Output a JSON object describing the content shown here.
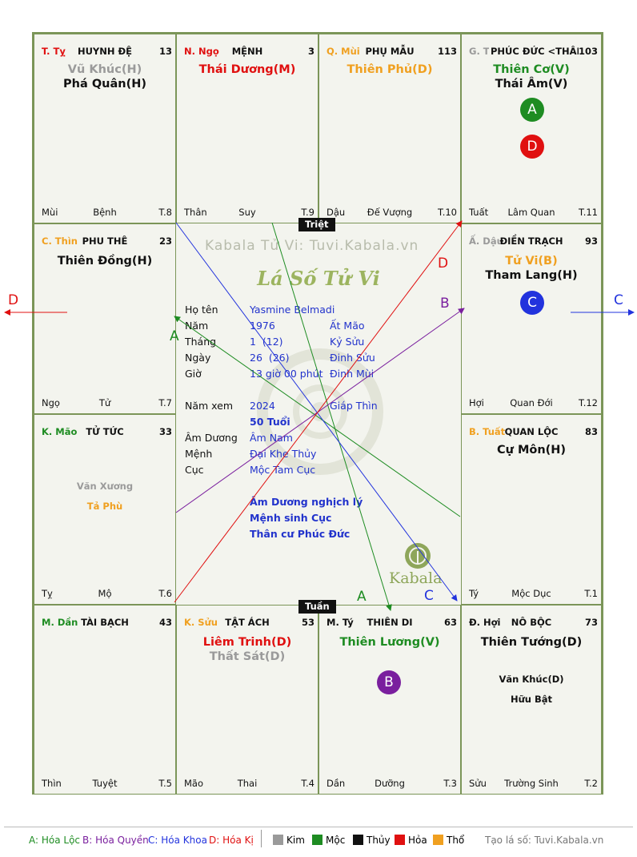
{
  "watermark": "Kabala Tử Vi: Tuvi.Kabala.vn",
  "center_title": "Lá Số Tử Vi",
  "brand_logo_text": "Kabala",
  "strip_top": "Triệt",
  "strip_bottom": "Tuần",
  "palaces": {
    "ty": {
      "branch": "T. Tỵ",
      "name": "HUYNH ĐỆ",
      "num": "13",
      "stars": [
        "Vũ Khúc(H)",
        "Phá Quân(H)"
      ],
      "bottom": [
        "Mùi",
        "Bệnh",
        "T.8"
      ]
    },
    "ngo": {
      "branch": "N. Ngọ",
      "name": "MỆNH",
      "num": "3",
      "stars": [
        "Thái Dương(M)"
      ],
      "bottom": [
        "Thân",
        "Suy",
        "T.9"
      ]
    },
    "mui": {
      "branch": "Q. Mùi",
      "name": "PHỤ MẪU",
      "num": "113",
      "stars": [
        "Thiên Phủ(D)"
      ],
      "bottom": [
        "Dậu",
        "Đế Vượng",
        "T.10"
      ]
    },
    "than": {
      "branch": "G. Thân",
      "name": "PHÚC ĐỨC <THÂN>",
      "num": "103",
      "stars": [
        "Thiên Cơ(V)",
        "Thái Âm(V)"
      ],
      "badges": [
        "A",
        "D"
      ],
      "bottom": [
        "Tuất",
        "Lâm Quan",
        "T.11"
      ]
    },
    "thin": {
      "branch": "C. Thìn",
      "name": "PHU THÊ",
      "num": "23",
      "stars": [
        "Thiên Đồng(H)"
      ],
      "bottom": [
        "Ngọ",
        "Tử",
        "T.7"
      ]
    },
    "dau": {
      "branch": "Ấ. Dậu",
      "name": "ĐIỀN TRẠCH",
      "num": "93",
      "stars": [
        "Tử Vi(B)",
        "Tham Lang(H)"
      ],
      "badges": [
        "C"
      ],
      "bottom": [
        "Hợi",
        "Quan Đới",
        "T.12"
      ]
    },
    "mao": {
      "branch": "K. Mão",
      "name": "TỬ TỨC",
      "num": "33",
      "minors": [
        "Văn Xương",
        "Tả Phù"
      ],
      "bottom": [
        "Tỵ",
        "Mộ",
        "T.6"
      ]
    },
    "tuat": {
      "branch": "B. Tuất",
      "name": "QUAN LỘC",
      "num": "83",
      "stars": [
        "Cự Môn(H)"
      ],
      "bottom": [
        "Tý",
        "Mộc Dục",
        "T.1"
      ]
    },
    "dan": {
      "branch": "M. Dần",
      "name": "TÀI BẠCH",
      "num": "43",
      "bottom": [
        "Thìn",
        "Tuyệt",
        "T.5"
      ]
    },
    "suu": {
      "branch": "K. Sửu",
      "name": "TẬT ÁCH",
      "num": "53",
      "stars": [
        "Liêm Trinh(D)",
        "Thất Sát(D)"
      ],
      "bottom": [
        "Mão",
        "Thai",
        "T.4"
      ]
    },
    "tyrat": {
      "branch": "M. Tý",
      "name": "THIÊN DI",
      "num": "63",
      "stars": [
        "Thiên Lương(V)"
      ],
      "badges": [
        "B"
      ],
      "bottom": [
        "Dần",
        "Dưỡng",
        "T.3"
      ]
    },
    "hoi": {
      "branch": "Đ. Hợi",
      "name": "NÔ BỘC",
      "num": "73",
      "stars": [
        "Thiên Tướng(D)"
      ],
      "minors": [
        "Văn Khúc(D)",
        "Hữu Bật"
      ],
      "bottom": [
        "Sửu",
        "Trường Sinh",
        "T.2"
      ]
    }
  },
  "info": {
    "ho_ten_label": "Họ tên",
    "ho_ten": "Yasmine Belmadi",
    "nam_label": "Năm",
    "nam": "1976",
    "nam_can": "Ất Mão",
    "thang_label": "Tháng",
    "thang": "1  (12)",
    "thang_can": "Kỷ Sửu",
    "ngay_label": "Ngày",
    "ngay": "26  (26)",
    "ngay_can": "Đinh Sửu",
    "gio_label": "Giờ",
    "gio": "13 giờ 00 phút",
    "gio_can": "Đinh Mùi",
    "nam_xem_label": "Năm xem",
    "nam_xem": "2024",
    "nam_xem_can": "Giáp Thìn",
    "tuoi": "50 Tuổi",
    "am_duong_label": "Âm Dương",
    "am_duong": "Âm Nam",
    "menh_label": "Mệnh",
    "menh": "Đại Khe Thủy",
    "cuc_label": "Cục",
    "cuc": "Mộc Tam Cục",
    "note1": "Âm Dương nghịch lý",
    "note2": "Mệnh sinh Cục",
    "note3": "Thân cư Phúc Đức"
  },
  "arrow_labels": {
    "A": "A",
    "B": "B",
    "C": "C",
    "D": "D"
  },
  "legend": {
    "a": "A: Hóa Lộc",
    "b": "B: Hóa Quyền",
    "c": "C: Hóa Khoa",
    "d": "D: Hóa Kị",
    "kim": "Kim",
    "moc": "Mộc",
    "thuy": "Thủy",
    "hoa": "Hỏa",
    "tho": "Thổ",
    "source": "Tạo lá số: Tuvi.Kabala.vn"
  },
  "colors": {
    "A": "#1e8c22",
    "B": "#7a1f9e",
    "C": "#2233dd",
    "D": "#e01010",
    "kim": "#9a9a9a",
    "moc": "#1e8c22",
    "thuy": "#111111",
    "hoa": "#e01010",
    "tho": "#f0a020"
  }
}
